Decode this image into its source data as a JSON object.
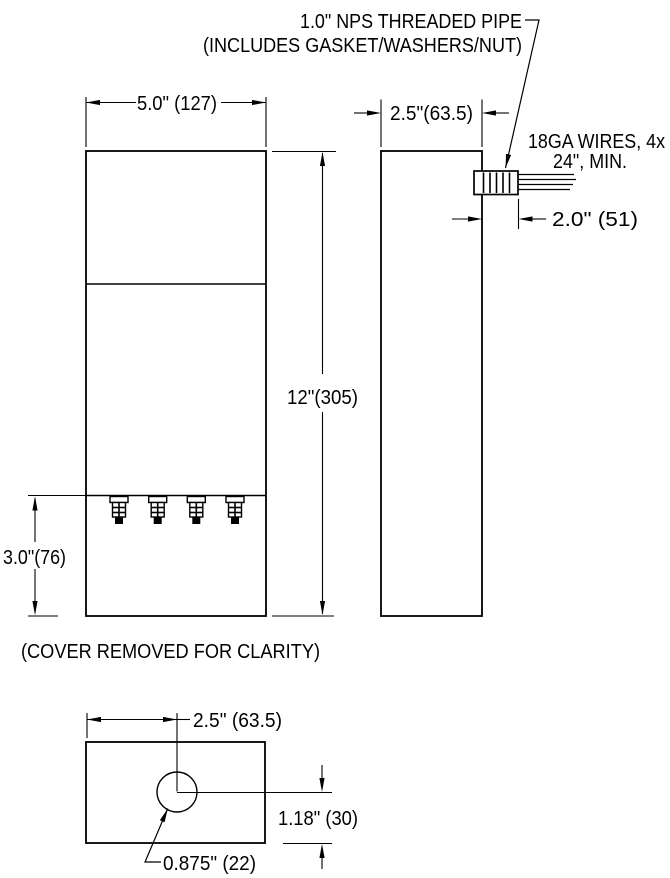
{
  "drawing": {
    "callouts": {
      "pipe_line1": "1.0\" NPS THREADED PIPE",
      "pipe_line2": "(INCLUDES GASKET/WASHERS/NUT)",
      "wires_line1": "18GA WIRES, 4x",
      "wires_line2": "24\", MIN.",
      "cover_note": "(COVER REMOVED FOR CLARITY)"
    },
    "front_view": {
      "width_dim": "5.0\" (127)",
      "height_dim": "12\"(305)",
      "terminal_section_dim": "3.0\"(76)",
      "terminal_count": 4
    },
    "side_view": {
      "depth_dim": "2.5\"(63.5)",
      "pipe_length_dim": "2.0\" (51)",
      "wire_count": 4
    },
    "bottom_view": {
      "hole_offset_dim": "2.5\" (63.5)",
      "hole_to_edge_dim": "1.18\" (30)",
      "hole_diameter_dim": "0.875\" (22)"
    },
    "colors": {
      "line": "#000000",
      "background": "#ffffff"
    }
  }
}
